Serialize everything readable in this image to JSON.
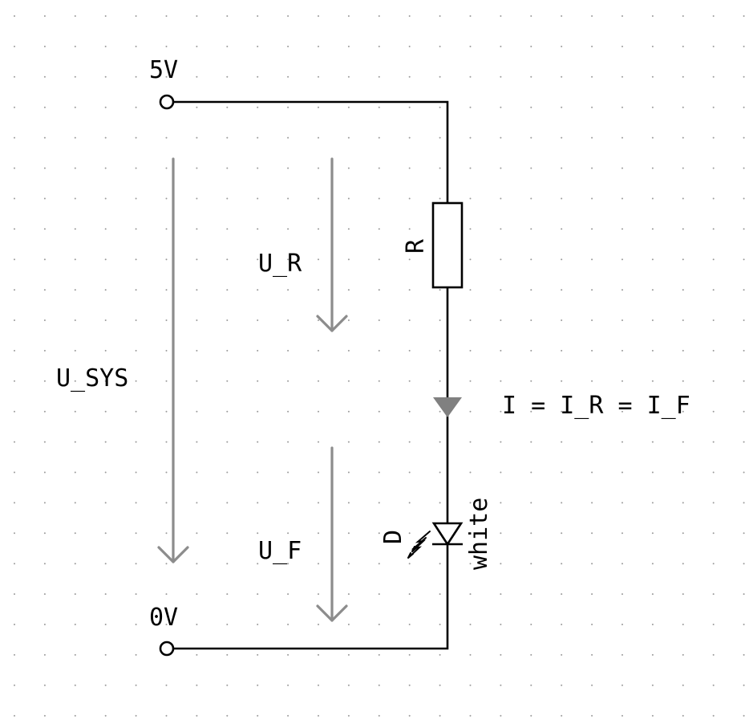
{
  "diagram": {
    "nodes": {
      "supply_label": "5V",
      "ground_label": "0V"
    },
    "voltages": {
      "system": "U_SYS",
      "resistor": "U_R",
      "diode": "U_F"
    },
    "current_label": "I = I_R = I_F",
    "components": {
      "resistor": {
        "ref": "R"
      },
      "led": {
        "ref": "D",
        "value": "white"
      }
    },
    "colors": {
      "wire": "#000000",
      "annotation_arrow": "#8c8c8c",
      "grid": "#9a9a9a",
      "background": "#ffffff"
    }
  }
}
